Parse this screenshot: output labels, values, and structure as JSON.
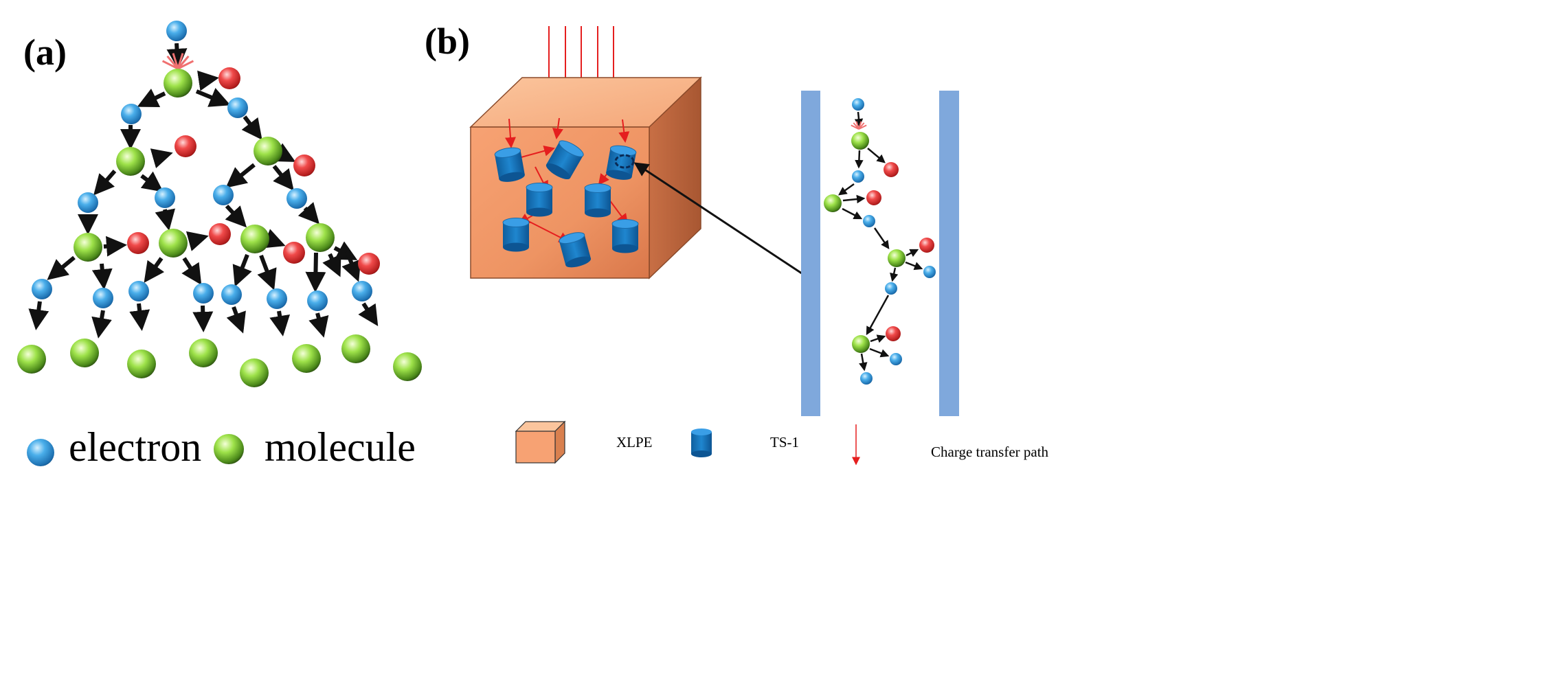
{
  "panel_a": {
    "label": "(a)",
    "legend": {
      "electron_label": "electron",
      "molecule_label": "molecule"
    }
  },
  "panel_b": {
    "label": "(b)",
    "legend": {
      "xlpe_label": "XLPE",
      "ts1_label": "TS-1",
      "path_label": "Charge transfer path"
    }
  },
  "colors": {
    "electron": "#3a9ad8",
    "molecule": "#8ed83a",
    "released_electron": "#e8343a",
    "xlpe_block": "#f0a070",
    "ts1_particle": "#1a78c0",
    "electrode": "#7fa8dc",
    "charge_path": "#e51e1e",
    "arrow": "#111111"
  }
}
